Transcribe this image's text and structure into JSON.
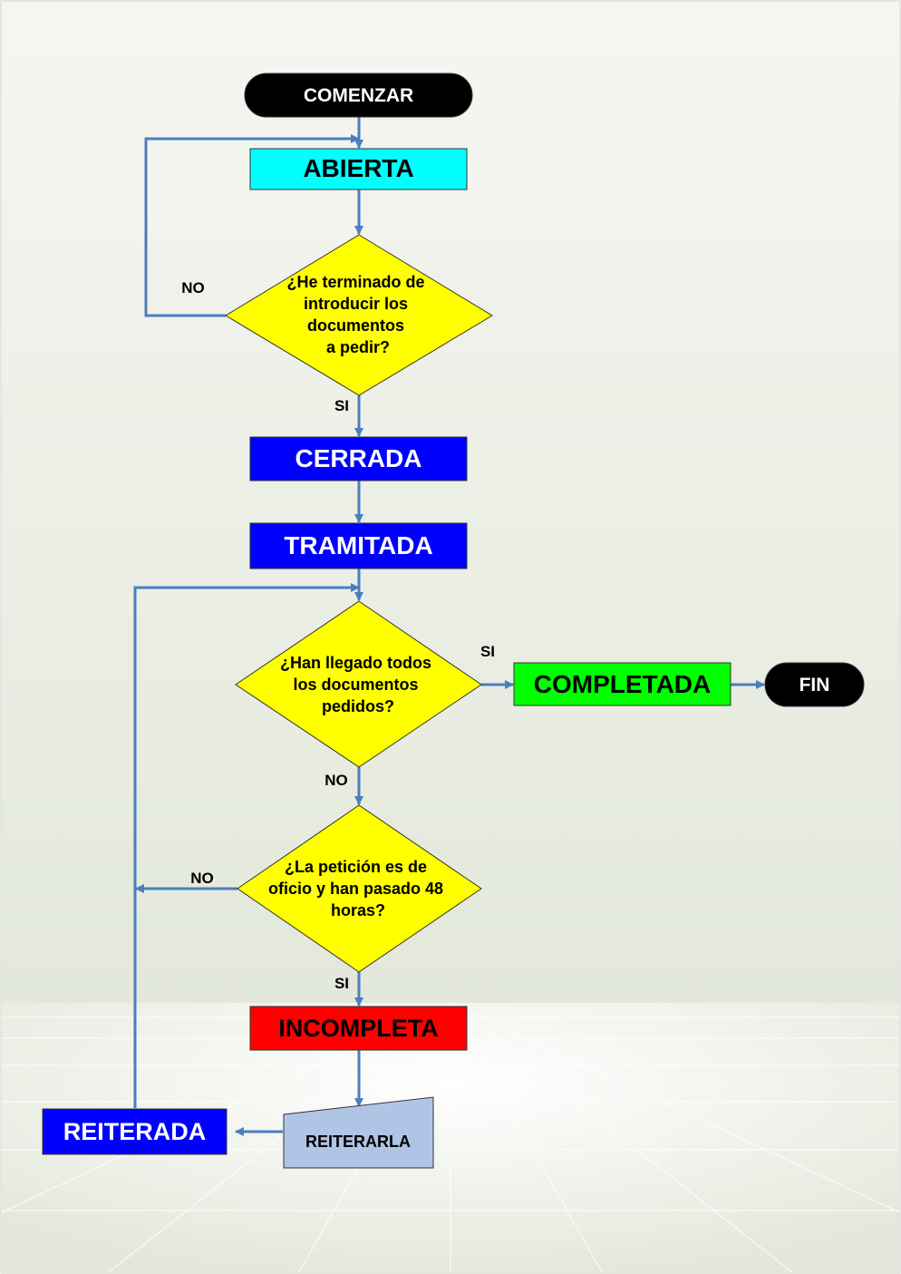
{
  "nodes": {
    "start": "COMENZAR",
    "abierta": "ABIERTA",
    "cerrada": "CERRADA",
    "tramitada": "TRAMITADA",
    "completada": "COMPLETADA",
    "fin": "FIN",
    "incompleta": "INCOMPLETA",
    "reiterarla": "REITERARLA",
    "reiterada": "REITERADA"
  },
  "decisions": {
    "d1": [
      "¿He terminado de",
      "introducir los",
      "documentos",
      "a pedir?"
    ],
    "d2": [
      "¿Han llegado todos",
      "los documentos",
      "pedidos?"
    ],
    "d3": [
      "¿La petición es de",
      "oficio y han pasado 48",
      "horas?"
    ]
  },
  "edge_labels": {
    "d1_no": "NO",
    "d1_si": "SI",
    "d2_si": "SI",
    "d2_no": "NO",
    "d3_no": "NO",
    "d3_si": "SI"
  },
  "colors": {
    "terminal": "#000000",
    "abierta": "#00ffff",
    "blue_state": "#0000ff",
    "decision": "#ffff00",
    "completada": "#00ff00",
    "incompleta": "#ff0000",
    "manual_input": "#b0c4e6",
    "connector": "#4a7ebf",
    "border": "#333333"
  }
}
